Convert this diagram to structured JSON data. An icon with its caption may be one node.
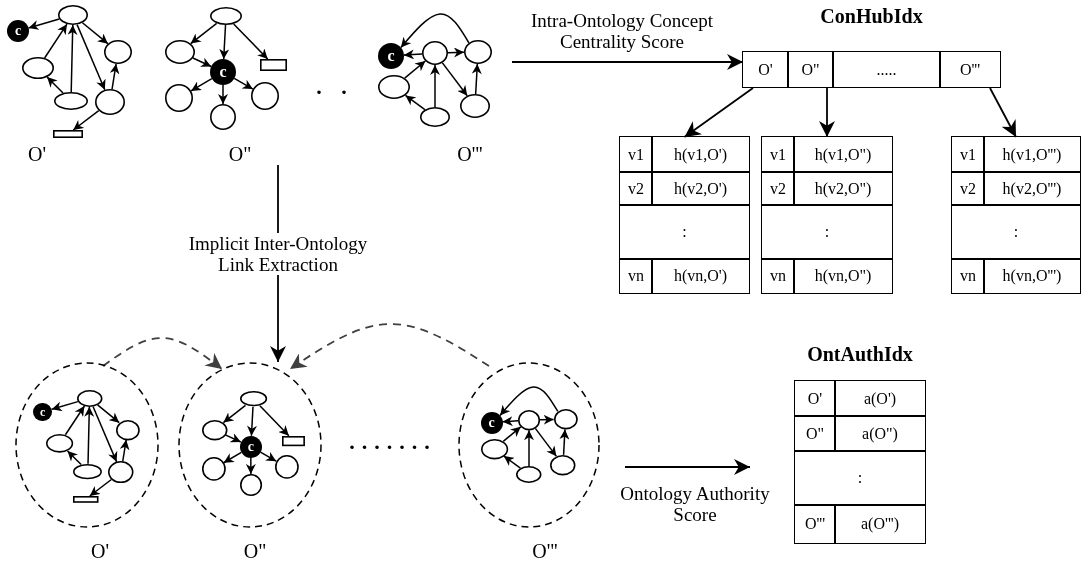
{
  "diagram": {
    "nodes": [
      {
        "text": [],
        "shape": "circle"
      },
      {
        "text": [
          "c"
        ]
      },
      {
        "text": [],
        "shape": "circle"
      },
      {
        "text": [],
        "shape": "circle"
      },
      {
        "text": [],
        "shape": "circle"
      },
      {
        "text": [],
        "shape": "circle"
      },
      {
        "text": [],
        "shape": "box"
      },
      {
        "text": [],
        "shape": "circle"
      },
      {
        "text": [],
        "shape": "circle"
      },
      {
        "text": [],
        "shape": "box"
      },
      {
        "text": [
          "c"
        ]
      },
      {
        "text": [],
        "shape": "circle"
      },
      {
        "text": [],
        "shape": "circle"
      },
      {
        "text": [],
        "shape": "circle"
      },
      {
        "text": [],
        "shape": "circle"
      },
      {
        "text": [],
        "shape": "circle"
      },
      {
        "text": [
          "c"
        ]
      },
      {
        "text": [],
        "shape": "circle"
      },
      {
        "text": [],
        "shape": "circle"
      },
      {
        "text": [],
        "shape": "circle"
      },
      {
        "text": [
          "ConHubIdx",
          "O'",
          "O\"",
          ".....",
          "O'''"
        ]
      },
      {
        "text": [
          "v1",
          "h(v1,O')",
          "v2",
          "h(v2,O')",
          ":",
          "vn",
          "h(vn,O')"
        ]
      },
      {
        "text": [
          "v1",
          "h(v1,O\")",
          "v2",
          "h(v2,O\")",
          ":",
          "vn",
          "h(vn,O\")"
        ]
      },
      {
        "text": [
          "v1",
          "h(v1,O''')",
          "v2",
          "h(v2,O''')",
          ":",
          "vn",
          "h(vn,O''')"
        ]
      },
      {
        "text": [],
        "shape": "circle",
        "beside": [
          "O'"
        ]
      },
      {
        "text": [],
        "shape": "circle",
        "in": 24
      },
      {
        "text": [
          "c"
        ],
        "in": 24
      },
      {
        "text": [],
        "shape": "circle",
        "in": 24
      },
      {
        "text": [],
        "shape": "circle",
        "in": 24
      },
      {
        "text": [],
        "shape": "circle",
        "in": 24
      },
      {
        "text": [],
        "shape": "circle",
        "in": 24
      },
      {
        "text": [],
        "shape": "box",
        "in": 24
      },
      {
        "text": [],
        "shape": "circle",
        "beside": [
          "O\""
        ]
      },
      {
        "text": [],
        "shape": "circle",
        "in": 32
      },
      {
        "text": [],
        "shape": "circle",
        "in": 32
      },
      {
        "text": [],
        "shape": "box",
        "in": 32
      },
      {
        "text": [
          "c"
        ],
        "in": 32
      },
      {
        "text": [],
        "shape": "circle",
        "in": 32
      },
      {
        "text": [],
        "shape": "circle",
        "in": 32
      },
      {
        "text": [],
        "shape": "circle",
        "in": 32
      },
      {
        "text": [],
        "shape": "circle",
        "beside": [
          "O'''"
        ]
      },
      {
        "text": [],
        "shape": "circle",
        "in": 40
      },
      {
        "text": [],
        "shape": "circle",
        "in": 40
      },
      {
        "text": [
          "c"
        ],
        "in": 40
      },
      {
        "text": [],
        "shape": "circle",
        "in": 40
      },
      {
        "text": [],
        "shape": "circle",
        "in": 40
      },
      {
        "text": [],
        "shape": "circle",
        "in": 40
      },
      {
        "text": [
          "OntAuthIdx",
          "O'",
          "a(O')",
          "O\"",
          "a(O\")",
          ":",
          "O'''",
          "a(O''')"
        ]
      }
    ],
    "edges": [
      {
        "from": null,
        "to": 20,
        "arrow": "to",
        "label": "Intra-Ontology Concept Centrality Score"
      },
      {
        "from": 20,
        "to": 21,
        "arrow": "to"
      },
      {
        "from": 20,
        "to": 22,
        "arrow": "to"
      },
      {
        "from": 20,
        "to": 23,
        "arrow": "to"
      },
      {
        "from": null,
        "to": 32,
        "arrow": "to",
        "label": "Implicit Inter-Ontology Link Extraction"
      },
      {
        "from": 24,
        "to": 32,
        "arrow": "to",
        "style": "dashed",
        "color": "#404040"
      },
      {
        "from": 40,
        "to": 32,
        "arrow": "to",
        "style": "dashed",
        "color": "#404040"
      },
      {
        "from": 40,
        "to": 47,
        "arrow": "to",
        "label": "Ontology Authority Score"
      },
      {
        "from": 0,
        "to": 1,
        "arrow": "to"
      },
      {
        "from": 3,
        "to": 0,
        "arrow": "to"
      },
      {
        "from": 4,
        "to": 0,
        "arrow": "to"
      },
      {
        "from": 0,
        "to": 2,
        "arrow": "to"
      },
      {
        "from": 0,
        "to": 5,
        "arrow": "to"
      },
      {
        "from": 5,
        "to": 2,
        "arrow": "to"
      },
      {
        "from": 4,
        "to": 3,
        "arrow": "to"
      },
      {
        "from": 5,
        "to": 6,
        "arrow": "to"
      },
      {
        "from": 7,
        "to": 8,
        "arrow": "to"
      },
      {
        "from": 7,
        "to": 10,
        "arrow": "to"
      },
      {
        "from": 7,
        "to": 9,
        "arrow": "to"
      },
      {
        "from": 8,
        "to": 10,
        "arrow": "to"
      },
      {
        "from": 10,
        "to": 12,
        "arrow": "to"
      },
      {
        "from": 10,
        "to": 13,
        "arrow": "to"
      },
      {
        "from": 10,
        "to": 11,
        "arrow": "to"
      },
      {
        "from": 14,
        "to": 16,
        "arrow": "to"
      },
      {
        "from": 15,
        "to": 16,
        "arrow": "to"
      },
      {
        "from": 14,
        "to": 15,
        "arrow": "to"
      },
      {
        "from": 17,
        "to": 14,
        "arrow": "to"
      },
      {
        "from": 19,
        "to": 14,
        "arrow": "to"
      },
      {
        "from": 19,
        "to": 17,
        "arrow": "to"
      },
      {
        "from": 14,
        "to": 18,
        "arrow": "to"
      },
      {
        "from": 18,
        "to": 15,
        "arrow": "to"
      },
      {
        "from": 25,
        "to": 26,
        "arrow": "to"
      },
      {
        "from": 28,
        "to": 25,
        "arrow": "to"
      },
      {
        "from": 29,
        "to": 25,
        "arrow": "to"
      },
      {
        "from": 25,
        "to": 27,
        "arrow": "to"
      },
      {
        "from": 25,
        "to": 30,
        "arrow": "to"
      },
      {
        "from": 30,
        "to": 27,
        "arrow": "to"
      },
      {
        "from": 29,
        "to": 28,
        "arrow": "to"
      },
      {
        "from": 30,
        "to": 31,
        "arrow": "to"
      },
      {
        "from": 33,
        "to": 34,
        "arrow": "to"
      },
      {
        "from": 33,
        "to": 36,
        "arrow": "to"
      },
      {
        "from": 33,
        "to": 35,
        "arrow": "to"
      },
      {
        "from": 34,
        "to": 36,
        "arrow": "to"
      },
      {
        "from": 36,
        "to": 38,
        "arrow": "to"
      },
      {
        "from": 36,
        "to": 39,
        "arrow": "to"
      },
      {
        "from": 36,
        "to": 37,
        "arrow": "to"
      },
      {
        "from": 41,
        "to": 43,
        "arrow": "to"
      },
      {
        "from": 42,
        "to": 43,
        "arrow": "to"
      },
      {
        "from": 41,
        "to": 42,
        "arrow": "to"
      },
      {
        "from": 44,
        "to": 41,
        "arrow": "to"
      },
      {
        "from": 46,
        "to": 41,
        "arrow": "to"
      },
      {
        "from": 46,
        "to": 44,
        "arrow": "to"
      },
      {
        "from": 41,
        "to": 45,
        "arrow": "to"
      },
      {
        "from": 45,
        "to": 42,
        "arrow": "to"
      }
    ],
    "labels": [
      "O'",
      "O\"",
      ". .",
      "O'''",
      "......."
    ]
  }
}
